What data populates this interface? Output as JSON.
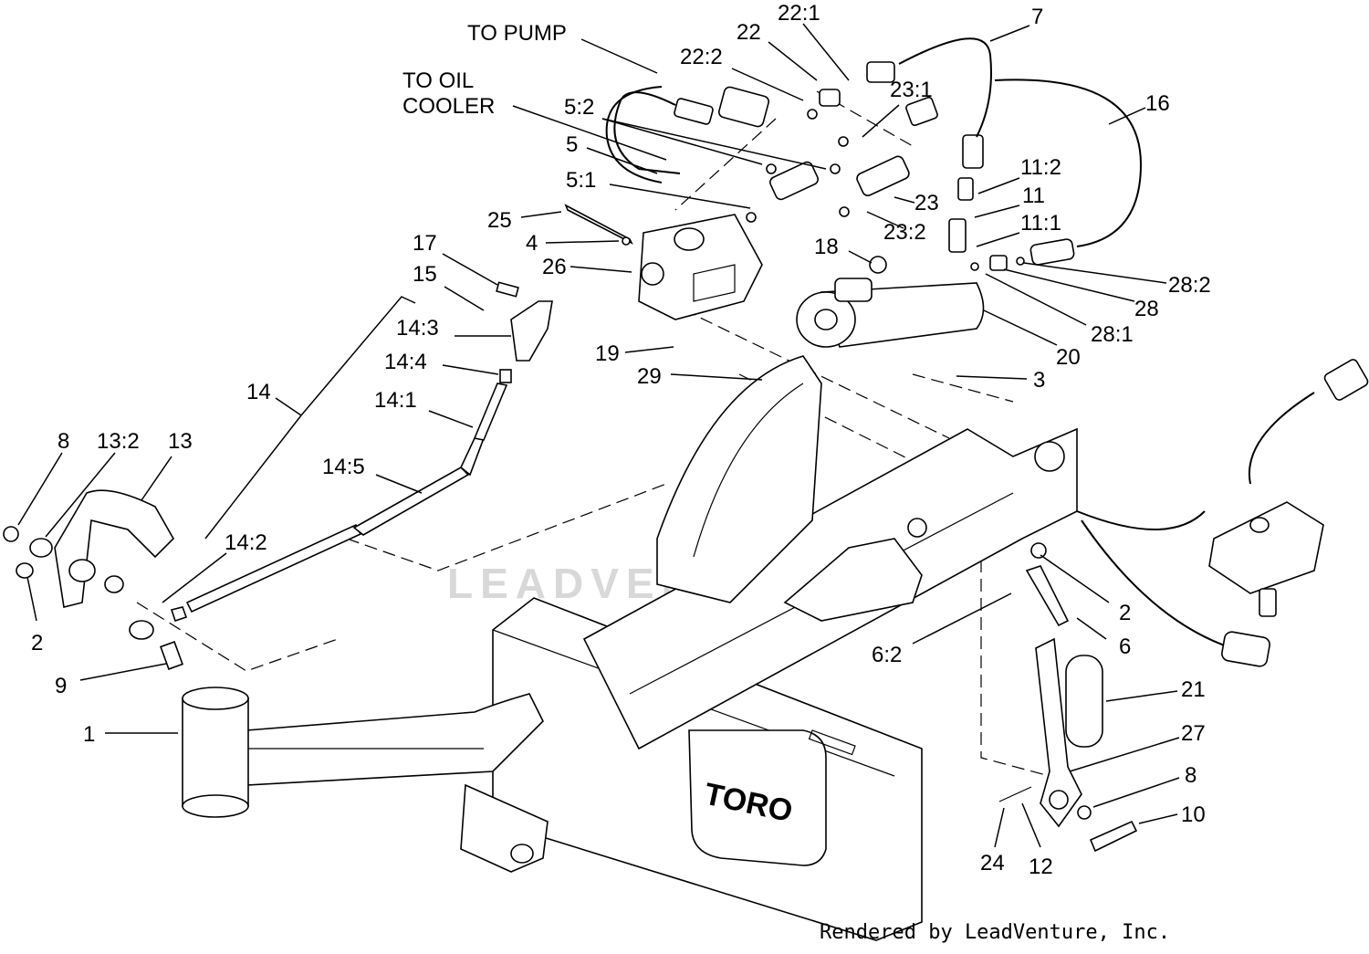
{
  "watermark": "LEADVENTURE",
  "footer": "Rendered by LeadVenture, Inc.",
  "brand_plate": "TORO",
  "callouts": [
    {
      "id": "to-pump",
      "text": "TO PUMP"
    },
    {
      "id": "to-oil-1",
      "text": "TO OIL"
    },
    {
      "id": "to-oil-2",
      "text": "COOLER"
    },
    {
      "id": "c22-1",
      "text": "22:1"
    },
    {
      "id": "c22",
      "text": "22"
    },
    {
      "id": "c7",
      "text": "7"
    },
    {
      "id": "c22-2",
      "text": "22:2"
    },
    {
      "id": "c23-1",
      "text": "23:1"
    },
    {
      "id": "c16",
      "text": "16"
    },
    {
      "id": "c5-2",
      "text": "5:2"
    },
    {
      "id": "c5",
      "text": "5"
    },
    {
      "id": "c5-1",
      "text": "5:1"
    },
    {
      "id": "c11-2",
      "text": "11:2"
    },
    {
      "id": "c11",
      "text": "11"
    },
    {
      "id": "c23",
      "text": "23"
    },
    {
      "id": "c25",
      "text": "25"
    },
    {
      "id": "c11-1",
      "text": "11:1"
    },
    {
      "id": "c23-2",
      "text": "23:2"
    },
    {
      "id": "c4",
      "text": "4"
    },
    {
      "id": "c17",
      "text": "17"
    },
    {
      "id": "c18",
      "text": "18"
    },
    {
      "id": "c26",
      "text": "26"
    },
    {
      "id": "c15",
      "text": "15"
    },
    {
      "id": "c28-2",
      "text": "28:2"
    },
    {
      "id": "c28",
      "text": "28"
    },
    {
      "id": "c14-3",
      "text": "14:3"
    },
    {
      "id": "c28-1",
      "text": "28:1"
    },
    {
      "id": "c19",
      "text": "19"
    },
    {
      "id": "c20",
      "text": "20"
    },
    {
      "id": "c14-4",
      "text": "14:4"
    },
    {
      "id": "c29",
      "text": "29"
    },
    {
      "id": "c3",
      "text": "3"
    },
    {
      "id": "c14",
      "text": "14"
    },
    {
      "id": "c14-1",
      "text": "14:1"
    },
    {
      "id": "c8a",
      "text": "8"
    },
    {
      "id": "c13-2",
      "text": "13:2"
    },
    {
      "id": "c13",
      "text": "13"
    },
    {
      "id": "c14-5",
      "text": "14:5"
    },
    {
      "id": "c14-2",
      "text": "14:2"
    },
    {
      "id": "c2a",
      "text": "2"
    },
    {
      "id": "c2b",
      "text": "2"
    },
    {
      "id": "c6",
      "text": "6"
    },
    {
      "id": "c6-2",
      "text": "6:2"
    },
    {
      "id": "c9",
      "text": "9"
    },
    {
      "id": "c21",
      "text": "21"
    },
    {
      "id": "c1",
      "text": "1"
    },
    {
      "id": "c27",
      "text": "27"
    },
    {
      "id": "c8b",
      "text": "8"
    },
    {
      "id": "c10",
      "text": "10"
    },
    {
      "id": "c24",
      "text": "24"
    },
    {
      "id": "c12",
      "text": "12"
    }
  ]
}
